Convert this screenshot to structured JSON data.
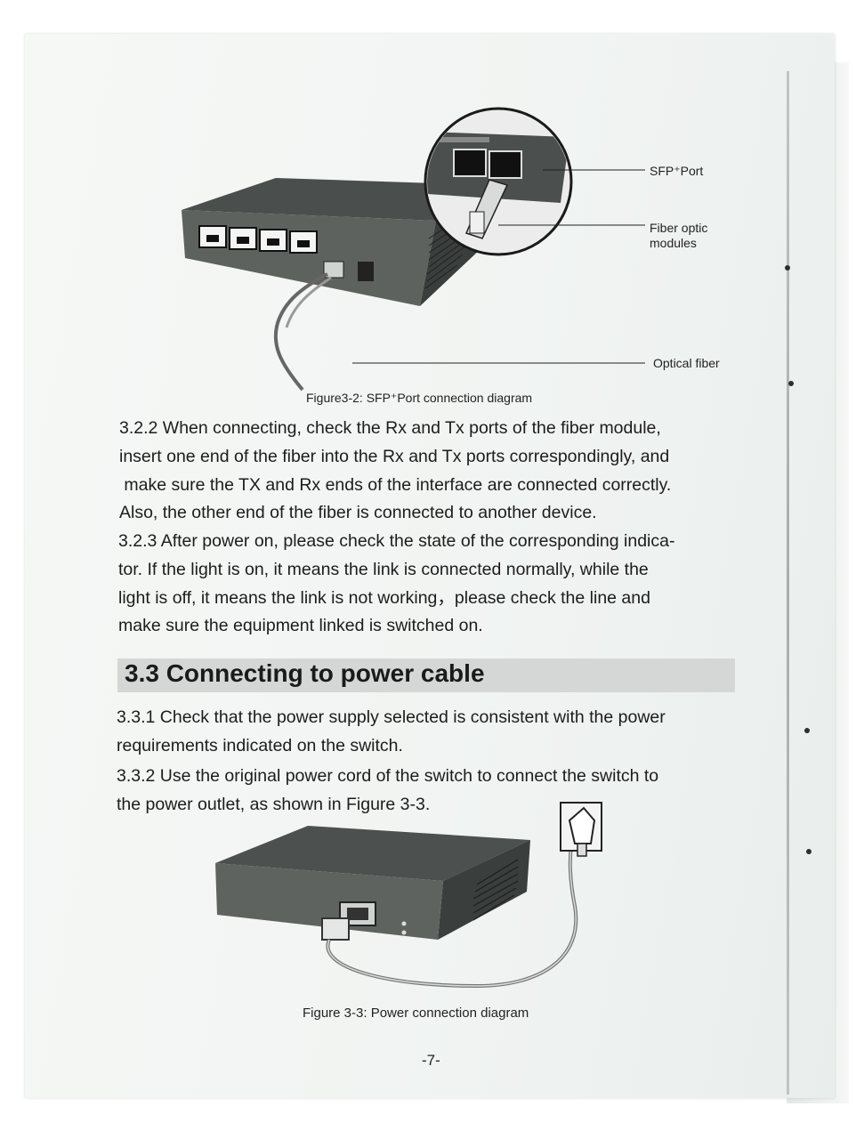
{
  "figure1": {
    "callouts": {
      "sfp_port": "SFP⁺Port",
      "fiber_modules": [
        "Fiber optic",
        "modules"
      ],
      "optical_fiber": "Optical fiber"
    },
    "caption": "Figure3-2: SFP⁺Port connection diagram"
  },
  "section_322": {
    "lines": [
      "3.2.2 When connecting, check the Rx and Tx ports of the fiber module,",
      "insert one end of the fiber into the Rx and Tx ports correspondingly, and",
      " make sure the TX and Rx ends of the interface are connected correctly.",
      "Also, the other end of the fiber is connected to another device."
    ]
  },
  "section_323": {
    "lines": [
      "3.2.3 After power on, please check the state of the corresponding indica-",
      "tor. If the light is on, it means the link is connected normally, while the",
      "light is off, it means the link is not working，please check the line and",
      "make sure the equipment linked is switched on."
    ]
  },
  "section_33": {
    "heading": "3.3 Connecting to power cable",
    "p1": [
      "3.3.1 Check that the power supply selected is consistent with the power",
      "requirements indicated on the switch."
    ],
    "p2": [
      "3.3.2 Use the original power cord of the switch to connect the switch to",
      "the power outlet, as shown in Figure 3-3."
    ]
  },
  "figure2": {
    "caption": "Figure 3-3: Power connection diagram"
  },
  "page_number": "-7-"
}
